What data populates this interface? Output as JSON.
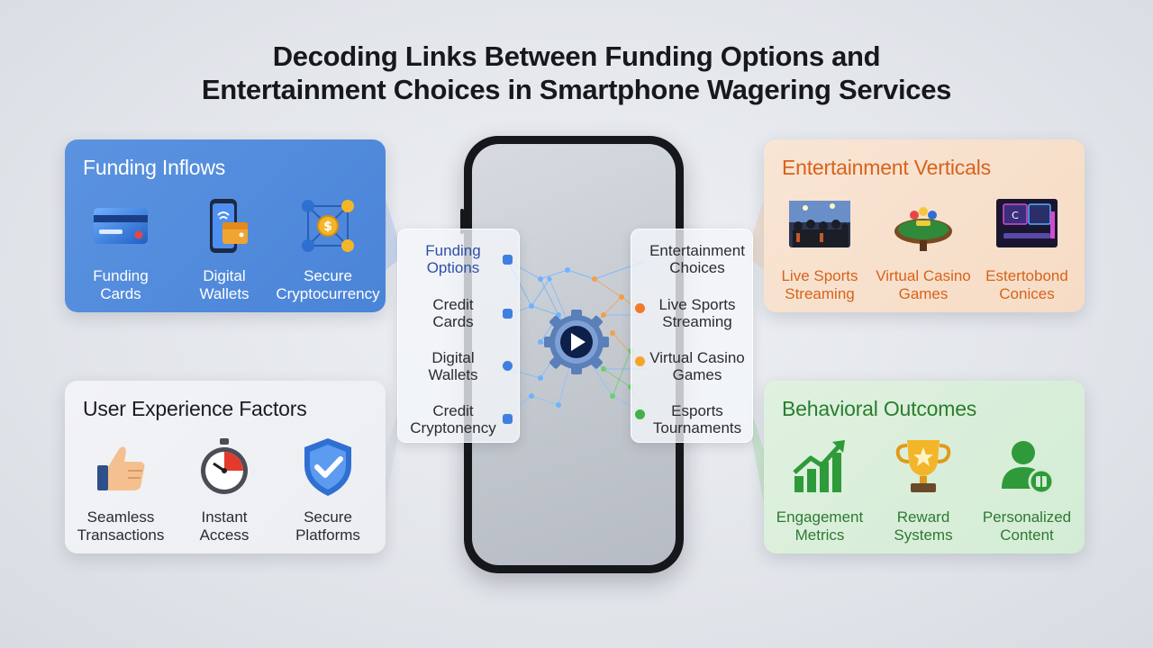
{
  "title": {
    "line1": "Decoding Links Between Funding Options and",
    "line2": "Entertainment Choices in Smartphone Wagering Services"
  },
  "funding_inflows": {
    "title": "Funding Inflows",
    "items": [
      {
        "line1": "Funding",
        "line2": "Cards",
        "icon": "credit-card-icon"
      },
      {
        "line1": "Digital",
        "line2": "Wallets",
        "icon": "phone-wallet-icon"
      },
      {
        "line1": "Secure",
        "line2": "Cryptocurrency",
        "icon": "crypto-network-icon"
      }
    ]
  },
  "entertainment_verticals": {
    "title": "Entertainment Verticals",
    "items": [
      {
        "line1": "Live Sports",
        "line2": "Streaming",
        "icon": "stadium-crowd-icon"
      },
      {
        "line1": "Virtual Casino",
        "line2": "Games",
        "icon": "casino-table-icon"
      },
      {
        "line1": "Estertobond",
        "line2": "Conices",
        "icon": "gaming-setup-icon"
      }
    ]
  },
  "user_experience": {
    "title": "User Experience Factors",
    "items": [
      {
        "line1": "Seamless",
        "line2": "Transactions",
        "icon": "thumbs-up-icon"
      },
      {
        "line1": "Instant",
        "line2": "Access",
        "icon": "stopwatch-icon"
      },
      {
        "line1": "Secure",
        "line2": "Platforms",
        "icon": "shield-check-icon"
      }
    ]
  },
  "behavioral_outcomes": {
    "title": "Behavioral Outcomes",
    "items": [
      {
        "line1": "Engagement",
        "line2": "Metrics",
        "icon": "growth-chart-icon"
      },
      {
        "line1": "Reward",
        "line2": "Systems",
        "icon": "trophy-icon"
      },
      {
        "line1": "Personalized",
        "line2": "Content",
        "icon": "user-profile-icon"
      }
    ]
  },
  "phone_left_panel": {
    "items": [
      {
        "line1": "Funding",
        "line2": "Options"
      },
      {
        "line1": "Credit",
        "line2": "Cards"
      },
      {
        "line1": "Digital",
        "line2": "Wallets"
      },
      {
        "line1": "Credit",
        "line2": "Cryptonency"
      }
    ]
  },
  "phone_right_panel": {
    "items": [
      {
        "line1": "Entertainment",
        "line2": "Choices"
      },
      {
        "line1": "Live Sports",
        "line2": "Streaming"
      },
      {
        "line1": "Virtual Casino",
        "line2": "Games"
      },
      {
        "line1": "Esports",
        "line2": "Tournaments"
      }
    ]
  },
  "colors": {
    "funding_card": "#4a84d8",
    "entertainment_accent": "#d8621a",
    "behavior_accent": "#2a7d2e",
    "network_blue": "#6fb3ff",
    "network_orange": "#f2a04a",
    "network_green": "#6ccf6a"
  },
  "center_icon": "gear-play-icon"
}
